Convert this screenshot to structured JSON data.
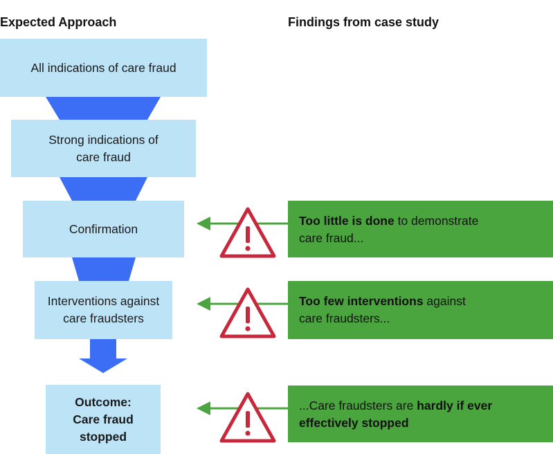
{
  "headers": {
    "left": "Expected Approach",
    "right": "Findings from case study"
  },
  "funnel": {
    "steps": [
      {
        "lines": [
          "All indications of care fraud"
        ]
      },
      {
        "lines": [
          "Strong indications of",
          "care fraud"
        ]
      },
      {
        "lines": [
          "Confirmation"
        ]
      },
      {
        "lines": [
          "Interventions against",
          "care fraudsters"
        ]
      },
      {
        "lines": [
          "Outcome:",
          "Care fraud",
          "stopped"
        ]
      }
    ]
  },
  "findings": [
    {
      "lines": [
        [
          {
            "t": "Too little is done",
            "b": true
          },
          {
            "t": " to demonstrate",
            "b": false
          }
        ],
        [
          {
            "t": "care fraud...",
            "b": false
          }
        ]
      ]
    },
    {
      "lines": [
        [
          {
            "t": "Too few interventions",
            "b": true
          },
          {
            "t": " against",
            "b": false
          }
        ],
        [
          {
            "t": "care fraudsters...",
            "b": false
          }
        ]
      ]
    },
    {
      "lines": [
        [
          {
            "t": "...Care fraudsters are ",
            "b": false
          },
          {
            "t": "hardly if ever",
            "b": true
          }
        ],
        [
          {
            "t": "effectively stopped",
            "b": true
          }
        ]
      ]
    }
  ],
  "colors": {
    "box": "#bde3f7",
    "funnel": "#3b6ef5",
    "finding": "#4aa53e",
    "warning": "#c8283c",
    "arrow": "#4aa53e"
  }
}
